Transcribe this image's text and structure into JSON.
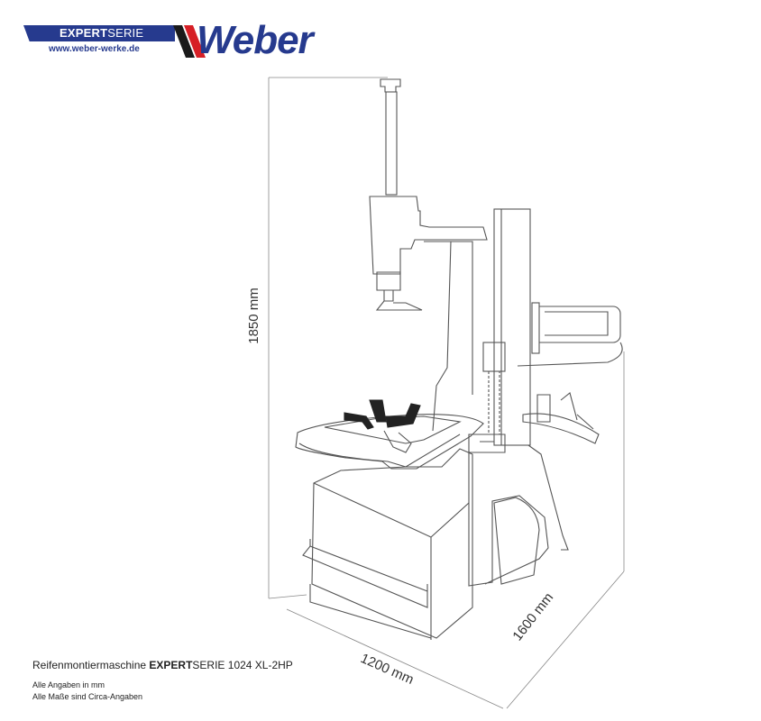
{
  "logo": {
    "series_bold": "EXPERT",
    "series_light": "SERIE",
    "url": "www.weber-werke.de",
    "brand": "Weber",
    "colors": {
      "blue": "#263a8e",
      "red": "#d61f26",
      "black": "#1a1a1a"
    }
  },
  "dimensions": {
    "height": "1850 mm",
    "width": "1200 mm",
    "depth": "1600 mm"
  },
  "caption": {
    "product_prefix": "Reifenmontiermaschine ",
    "series_bold": "EXPERT",
    "series_rest": "SERIE 1024 XL-2HP",
    "note_units": "Alle Angaben in mm",
    "note_approx": "Alle Maße sind Circa-Angaben"
  }
}
